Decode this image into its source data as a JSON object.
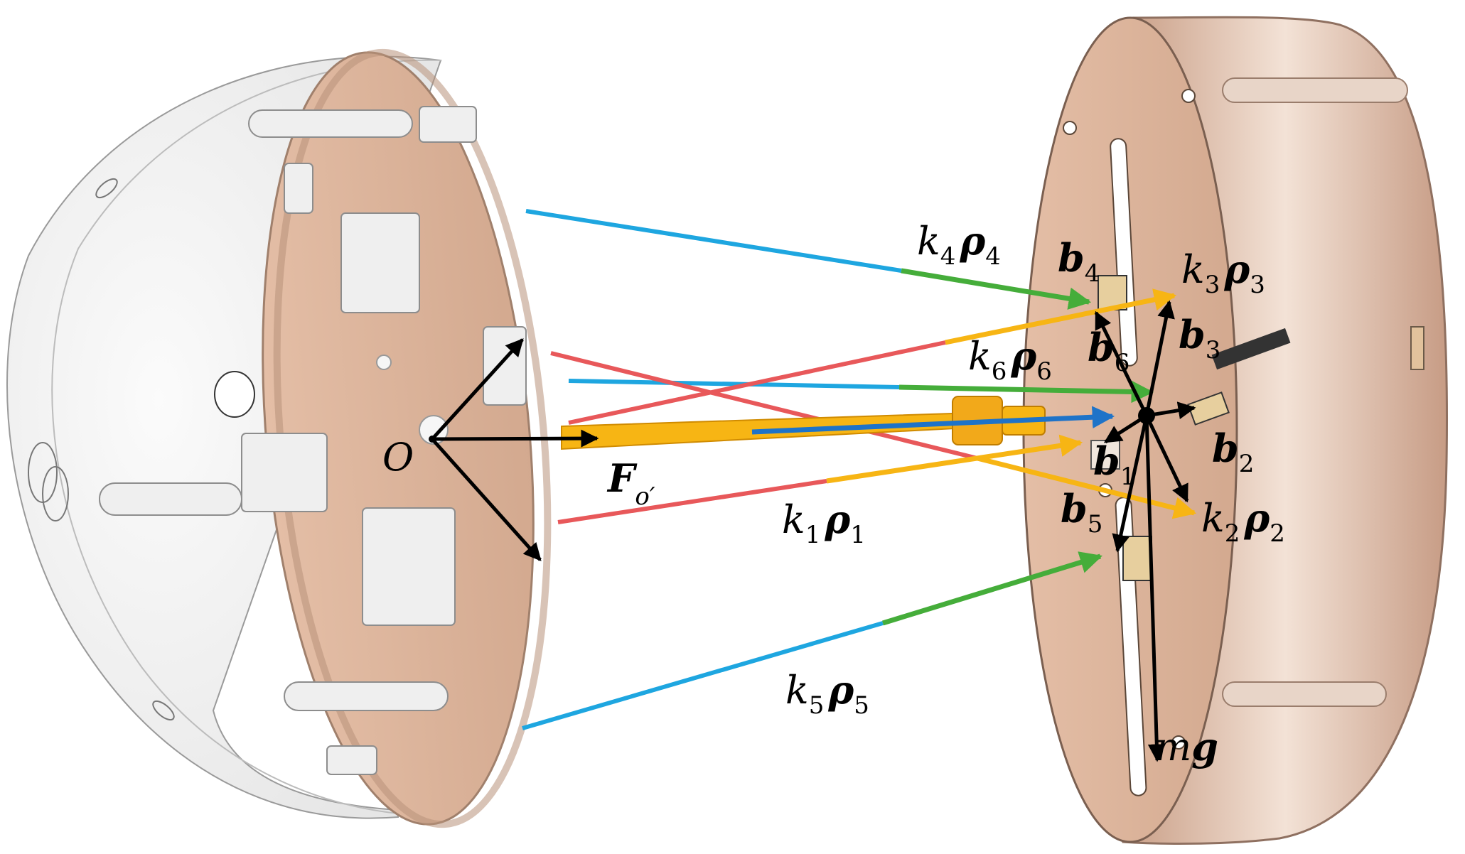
{
  "colors": {
    "cable_blue": "#1ea6e0",
    "cable_red": "#e8585a",
    "force_green": "#45ad3a",
    "force_yellow": "#f7b514",
    "arrow_blue": "#1e73c8",
    "disk_copper": "#ddb49b",
    "rim_copper": "#c9a28d",
    "shell_gray": "#f2f2f2",
    "vector_black": "#000000"
  },
  "labels": {
    "origin": "O",
    "force": {
      "main": "F",
      "sub": "o′"
    },
    "k1": {
      "coef": "k",
      "coef_sub": "1",
      "vec": "ρ",
      "vec_sub": "1"
    },
    "k2": {
      "coef": "k",
      "coef_sub": "2",
      "vec": "ρ",
      "vec_sub": "2"
    },
    "k3": {
      "coef": "k",
      "coef_sub": "3",
      "vec": "ρ",
      "vec_sub": "3"
    },
    "k4": {
      "coef": "k",
      "coef_sub": "4",
      "vec": "ρ",
      "vec_sub": "4"
    },
    "k5": {
      "coef": "k",
      "coef_sub": "5",
      "vec": "ρ",
      "vec_sub": "5"
    },
    "k6": {
      "coef": "k",
      "coef_sub": "6",
      "vec": "ρ",
      "vec_sub": "6"
    },
    "b1": {
      "main": "b",
      "sub": "1"
    },
    "b2": {
      "main": "b",
      "sub": "2"
    },
    "b3": {
      "main": "b",
      "sub": "3"
    },
    "b4": {
      "main": "b",
      "sub": "4"
    },
    "b5": {
      "main": "b",
      "sub": "5"
    },
    "b6": {
      "main": "b",
      "sub": "6"
    },
    "mg": {
      "m": "m",
      "g": "g"
    }
  }
}
